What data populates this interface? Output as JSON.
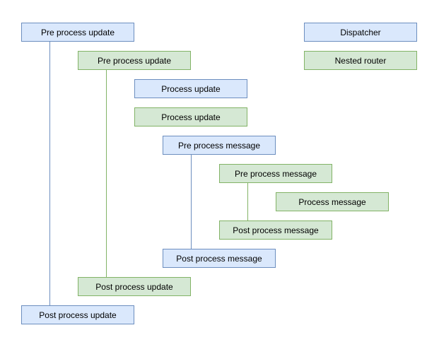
{
  "diagram": {
    "type": "middleware-onion-flow",
    "colors": {
      "blue_fill": "#dae8fc",
      "blue_border": "#6c8ebf",
      "green_fill": "#d5e8d4",
      "green_border": "#82b366"
    },
    "nodes": [
      {
        "id": "pre-process-update-outer",
        "label": "Pre process update",
        "color": "blue"
      },
      {
        "id": "dispatcher",
        "label": "Dispatcher",
        "color": "blue"
      },
      {
        "id": "nested-router",
        "label": "Nested router",
        "color": "green"
      },
      {
        "id": "pre-process-update-inner",
        "label": "Pre process update",
        "color": "green"
      },
      {
        "id": "process-update-outer",
        "label": "Process update",
        "color": "blue"
      },
      {
        "id": "process-update-inner",
        "label": "Process update",
        "color": "green"
      },
      {
        "id": "pre-process-message-outer",
        "label": "Pre process message",
        "color": "blue"
      },
      {
        "id": "pre-process-message-inner",
        "label": "Pre process message",
        "color": "green"
      },
      {
        "id": "process-message",
        "label": "Process message",
        "color": "green"
      },
      {
        "id": "post-process-message-inner",
        "label": "Post process message",
        "color": "green"
      },
      {
        "id": "post-process-message-outer",
        "label": "Post process message",
        "color": "blue"
      },
      {
        "id": "post-process-update-inner",
        "label": "Post process update",
        "color": "green"
      },
      {
        "id": "post-process-update-outer",
        "label": "Post process update",
        "color": "blue"
      }
    ],
    "connectors": [
      {
        "id": "connector-update-outer",
        "from": "pre-process-update-outer",
        "to": "post-process-update-outer",
        "color": "blue"
      },
      {
        "id": "connector-update-inner",
        "from": "pre-process-update-inner",
        "to": "post-process-update-inner",
        "color": "green"
      },
      {
        "id": "connector-message-outer",
        "from": "pre-process-message-outer",
        "to": "post-process-message-outer",
        "color": "blue"
      },
      {
        "id": "connector-message-inner",
        "from": "pre-process-message-inner",
        "to": "post-process-message-inner",
        "color": "green"
      }
    ]
  }
}
